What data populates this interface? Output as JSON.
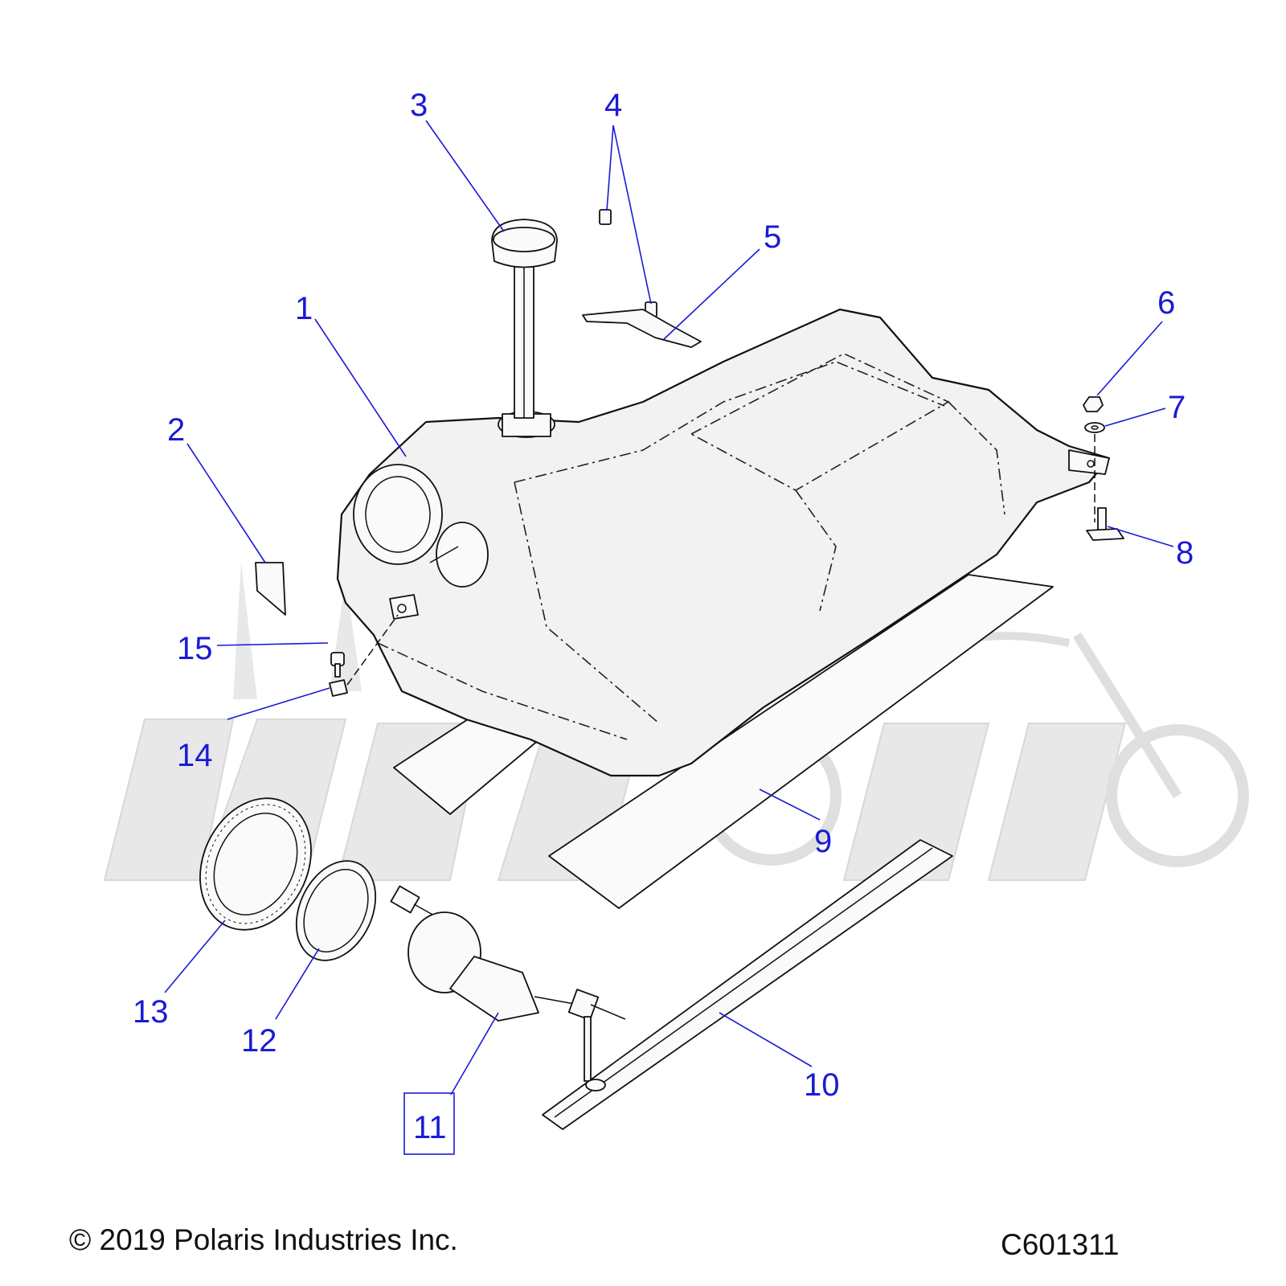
{
  "callouts": [
    {
      "id": "1",
      "label": "1"
    },
    {
      "id": "2",
      "label": "2"
    },
    {
      "id": "3",
      "label": "3"
    },
    {
      "id": "4",
      "label": "4"
    },
    {
      "id": "5",
      "label": "5"
    },
    {
      "id": "6",
      "label": "6"
    },
    {
      "id": "7",
      "label": "7"
    },
    {
      "id": "8",
      "label": "8"
    },
    {
      "id": "9",
      "label": "9"
    },
    {
      "id": "10",
      "label": "10"
    },
    {
      "id": "11",
      "label": "11"
    },
    {
      "id": "12",
      "label": "12"
    },
    {
      "id": "13",
      "label": "13"
    },
    {
      "id": "14",
      "label": "14"
    },
    {
      "id": "15",
      "label": "15"
    }
  ],
  "boxed_callout": "11",
  "footer": {
    "copyright": "© 2019 Polaris Industries Inc.",
    "diagram_code": "C601311"
  },
  "colors": {
    "callout": "#1a1ad6",
    "line_art": "#111111",
    "watermark": "#e6e6e6"
  }
}
